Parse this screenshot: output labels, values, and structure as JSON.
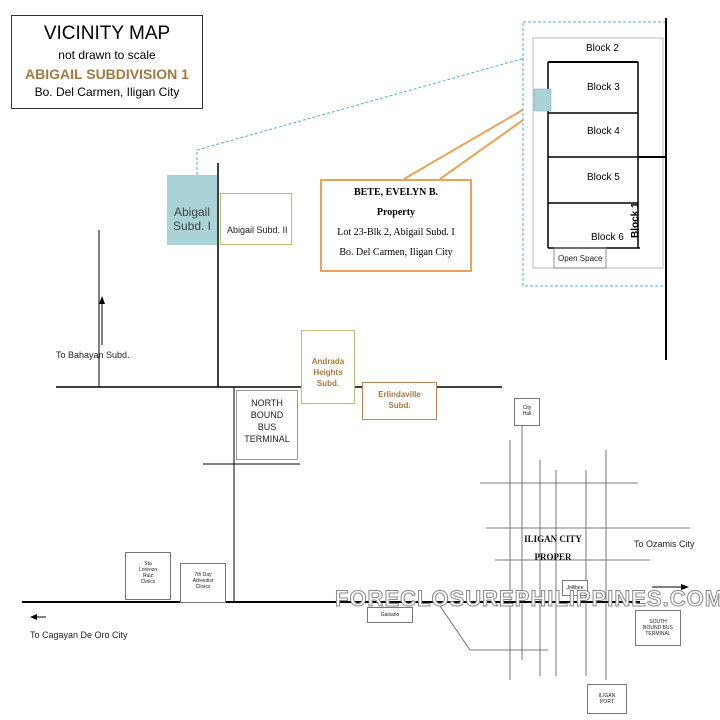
{
  "title_box": {
    "title": "VICINITY MAP",
    "subtitle": "not drawn to scale",
    "subdivision": "ABIGAIL SUBDIVISION 1",
    "location": "Bo. Del Carmen, Iligan City"
  },
  "property": {
    "owner": "BETE, EVELYN B.",
    "label": "Property",
    "lot": "Lot 23-Blk 2, Abigail Subd. I",
    "address": "Bo. Del Carmen, Iligan City"
  },
  "landmarks": {
    "abigail_1_line1": "Abigail",
    "abigail_1_line2": "Subd. I",
    "abigail_2": "Abigail Subd. II",
    "andrada_line1": "Andrada",
    "andrada_line2": "Heights",
    "andrada_line3": "Subd.",
    "erlindaville_line1": "Erlindaville",
    "erlindaville_line2": "Subd.",
    "north_terminal_line1": "NORTH",
    "north_terminal_line2": "BOUND",
    "north_terminal_line3": "BUS",
    "north_terminal_line4": "TERMINAL",
    "city_hall_line1": "City",
    "city_hall_line2": "Hall",
    "iligan_proper_line1": "ILIGAN CITY",
    "iligan_proper_line2": "PROPER",
    "sta_lorenzo_line1": "Sta",
    "sta_lorenzo_line2": "Lorenzo",
    "sta_lorenzo_line3": "Ruiz",
    "sta_lorenzo_line4": "Clinics",
    "adventist_line1": "7th Day",
    "adventist_line2": "Adventist",
    "adventist_line3": "Clinics",
    "south_terminal_line1": "SOUTH",
    "south_terminal_line2": "BOUND BUS",
    "south_terminal_line3": "TERMINAL",
    "iligan_port_line1": "ILIGAN",
    "iligan_port_line2": "PORT",
    "small_box_a": "Gaisano",
    "small_box_b": "Jollibee"
  },
  "directions": {
    "to_bahayan": "To Bahayan Subd.",
    "to_ozamis": "To Ozamis City",
    "to_cagayan": "To Cagayan De Oro City"
  },
  "inset": {
    "blocks": [
      "Block 2",
      "Block 3",
      "Block 4",
      "Block 5",
      "Block 6"
    ],
    "block_1": "Block 1",
    "open_space": "Open Space"
  },
  "watermark": "FORECLOSUREPHILIPPINES.COM",
  "colors": {
    "highlight_fill": "#a9d3d6",
    "brand_brown": "#a47a43",
    "callout_orange": "#e8a35a",
    "dashed_blue": "#5fa7d4",
    "abigail_2_border": "#b6c27a",
    "andrada_border": "#b6c27a",
    "erlindaville_border": "#b58a5a"
  }
}
